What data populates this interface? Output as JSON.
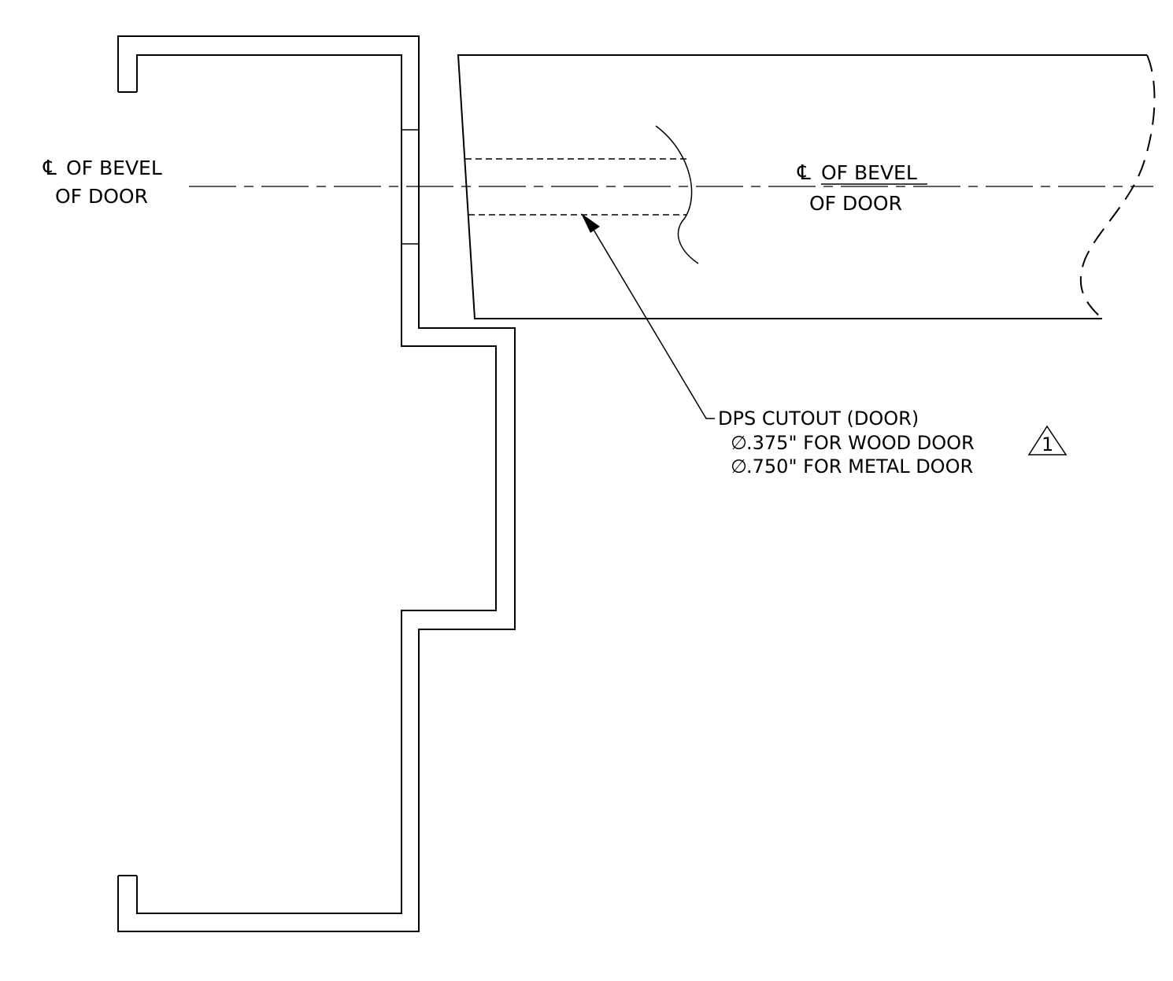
{
  "diagram": {
    "left_label": {
      "symbol": "℄",
      "line1": "OF BEVEL",
      "line2": "OF DOOR"
    },
    "door_label": {
      "symbol": "℄",
      "line1": "OF BEVEL",
      "line2": "OF DOOR"
    },
    "callout": {
      "title": "DPS CUTOUT  (DOOR)",
      "diameter_symbol": "∅",
      "line1": ".375\" FOR WOOD DOOR",
      "line2": ".750\" FOR METAL DOOR",
      "revision": "1"
    }
  }
}
